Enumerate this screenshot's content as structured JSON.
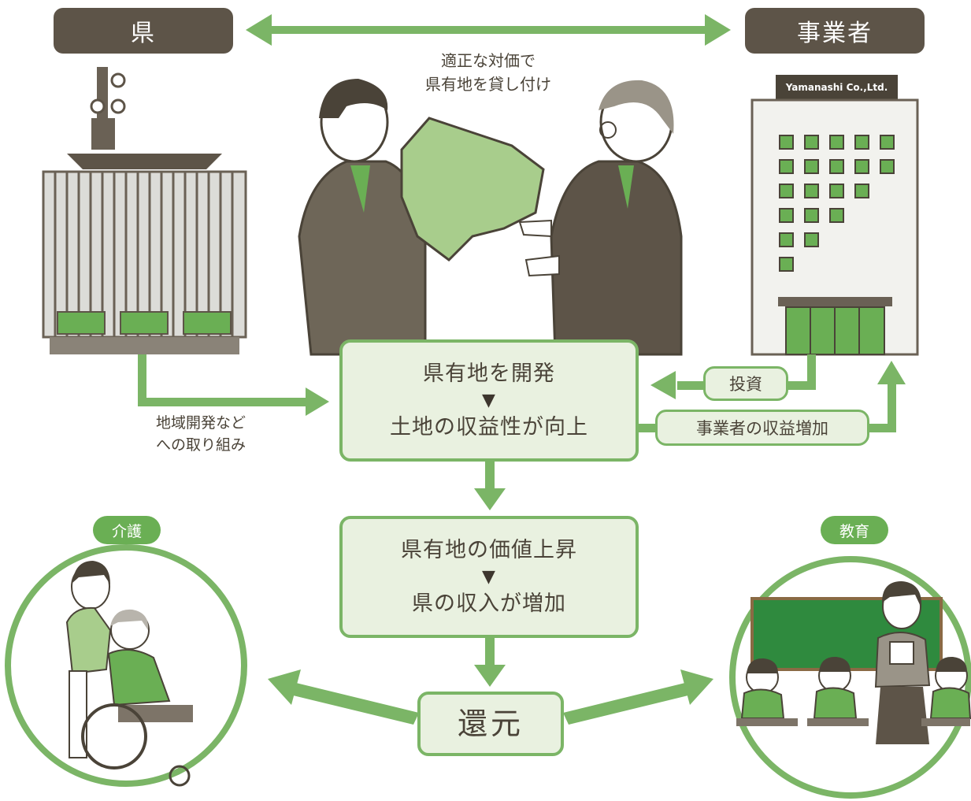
{
  "headers": {
    "prefecture": "県",
    "business": "事業者"
  },
  "top_note": {
    "line1": "適正な対価で",
    "line2": "県有地を貸し付け"
  },
  "building_sign": "Yamanashi Co.,Ltd.",
  "box_develop": {
    "line1": "県有地を開発",
    "arrow": "▼",
    "line2": "土地の収益性が向上"
  },
  "box_value": {
    "line1": "県有地の価値上昇",
    "arrow": "▼",
    "line2": "県の収入が増加"
  },
  "box_return": "還元",
  "label_invest": "投資",
  "label_profit": "事業者の収益増加",
  "regional_note": {
    "line1": "地域開発など",
    "line2": "への取り組み"
  },
  "tag_care": "介護",
  "tag_education": "教育",
  "colors": {
    "green": "#7bb566",
    "dark": "#5d5448",
    "pale": "#e9f1e0"
  }
}
